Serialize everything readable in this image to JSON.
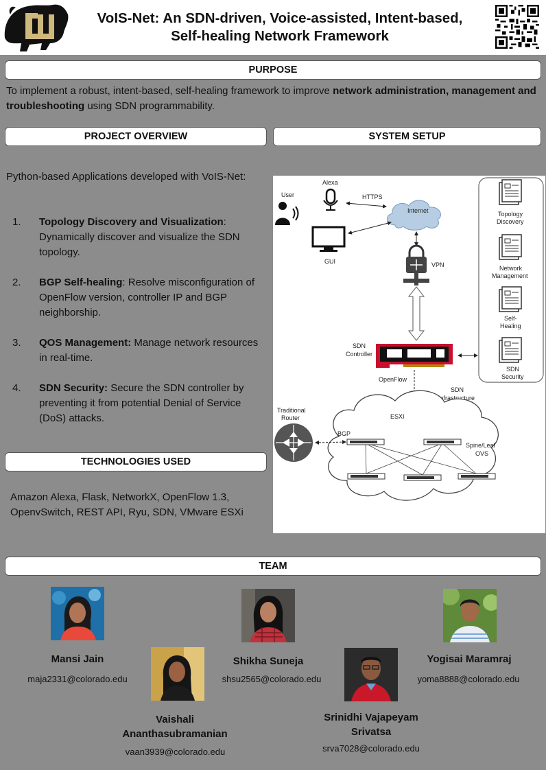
{
  "header": {
    "title_line1": "VoIS-Net: An SDN-driven, Voice-assisted, Intent-based,",
    "title_line2": "Self-healing Network Framework"
  },
  "purpose": {
    "heading": "PURPOSE",
    "text_before": "To implement a robust, intent-based, self-healing framework to improve ",
    "text_bold": "network administration, management and troubleshooting",
    "text_after": " using SDN programmability."
  },
  "overview": {
    "heading": "PROJECT OVERVIEW",
    "intro": "Python-based Applications developed with VoIS-Net:",
    "items": [
      {
        "num": "1.",
        "title": "Topology Discovery and Visualization",
        "sep": ":",
        "desc": " Dynamically discover and visualize the SDN topology."
      },
      {
        "num": "2.",
        "title": "BGP Self-healing",
        "sep": ":",
        "desc": " Resolve misconfiguration of OpenFlow version, controller IP and BGP neighborship."
      },
      {
        "num": "3.",
        "title": "QOS Management:",
        "sep": "",
        "desc": "  Manage network resources in real-time."
      },
      {
        "num": "4.",
        "title": "SDN Security:",
        "sep": "",
        "desc": " Secure the SDN controller by preventing it from potential Denial of Service (DoS) attacks."
      }
    ]
  },
  "system": {
    "heading": "SYSTEM SETUP",
    "labels": {
      "user": "User",
      "alexa": "Alexa",
      "https": "HTTPS",
      "internet": "Internet",
      "gui": "GUI",
      "vpn": "VPN",
      "sdn_controller_1": "SDN",
      "sdn_controller_2": "Controller",
      "openflow": "OpenFlow",
      "sdn_infra_1": "SDN",
      "sdn_infra_2": "Infrastructure",
      "esxi": "ESXI",
      "traditional_1": "Traditional",
      "traditional_2": "Router",
      "bgp": "BGP",
      "spine_leaf_1": "Spine/Leaf",
      "spine_leaf_2": "OVS",
      "app1_1": "Topology",
      "app1_2": "Discovery",
      "app2_1": "Network",
      "app2_2": "Management",
      "app3_1": "Self-",
      "app3_2": "Healing",
      "app4_1": "SDN",
      "app4_2": "Security"
    }
  },
  "technologies": {
    "heading": "TECHNOLOGIES USED",
    "text": "Amazon Alexa, Flask, NetworkX, OpenFlow 1.3, OpenvSwitch, REST API, Ryu, SDN, VMware ESXi"
  },
  "team": {
    "heading": "TEAM",
    "members": [
      {
        "name": "Mansi Jain",
        "email": "maja2331@colorado.edu"
      },
      {
        "name": "Vaishali Ananthasubramanian",
        "email": "vaan3939@colorado.edu"
      },
      {
        "name": "Shikha Suneja",
        "email": "shsu2565@colorado.edu"
      },
      {
        "name": "Srinidhi Vajapeyam Srivatsa",
        "email": "srva7028@colorado.edu"
      },
      {
        "name": "Yogisai Maramraj",
        "email": "yoma8888@colorado.edu"
      }
    ]
  },
  "colors": {
    "background": "#8c8c8c",
    "logo_gold": "#cfb87c",
    "controller_red": "#c8102e"
  },
  "icons": [
    "cu-buffalo-logo",
    "qr-code-icon",
    "user-icon",
    "microphone-icon",
    "monitor-icon",
    "cloud-icon",
    "lock-icon",
    "document-icon",
    "router-icon",
    "switch-icon"
  ]
}
